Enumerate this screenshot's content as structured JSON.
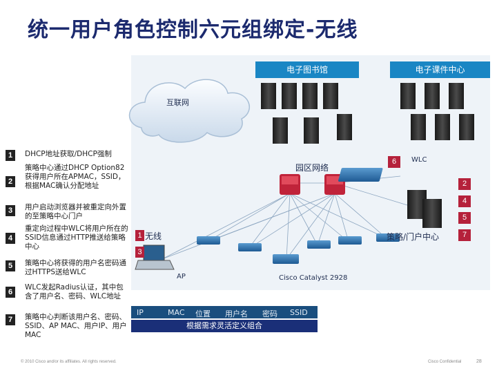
{
  "title": "统一用户角色控制六元组绑定-无线",
  "top": {
    "library_banner": "电子图书馆",
    "courseware_banner": "电子课件中心",
    "internet_label": "互联网"
  },
  "network": {
    "campus_label": "园区网络",
    "wlc_label": "WLC",
    "wlc_badge": "6",
    "wireless_label": "无线",
    "wireless_badges": [
      "1",
      "3"
    ],
    "policy_portal_label": "策略/门户中心",
    "portal_badges": [
      "2",
      "4",
      "5",
      "7"
    ],
    "ap_label": "AP",
    "switch_label": "Cisco Catalyst 2928"
  },
  "steps": [
    {
      "num": "1",
      "text": "DHCP地址获取/DHCP强制"
    },
    {
      "num": "2",
      "text": "策略中心通过DHCP Option82获得用户所在APMAC，SSID，根据MAC确认分配地址"
    },
    {
      "num": "3",
      "text": "用户启动浏览器并被重定向外置的至策略中心门户"
    },
    {
      "num": "4",
      "text": "重定向过程中WLC将用户所在的SSID信息通过HTTP推送给策略中心"
    },
    {
      "num": "5",
      "text": "策略中心将获得的用户名密码通过HTTPS送给WLC"
    },
    {
      "num": "6",
      "text": "WLC发起Radius认证，其中包含了用户名、密码、WLC地址"
    },
    {
      "num": "7",
      "text": "策略中心判断该用户名、密码、SSID、AP MAC、用户IP、用户MAC"
    }
  ],
  "attributes": [
    "IP",
    "MAC",
    "位置",
    "用户名",
    "密码",
    "SSID"
  ],
  "attributes_caption": "根据需求灵活定义组合",
  "footer": {
    "copyright": "© 2010 Cisco and/or its affiliates. All rights reserved.",
    "confidential": "Cisco Confidential",
    "page": "28"
  },
  "colors": {
    "title": "#1c2a6e",
    "banner": "#1a86c4",
    "badge": "#b5213b",
    "attr_bar": "#1a4e7e",
    "combo_bar": "#1a2f78"
  }
}
